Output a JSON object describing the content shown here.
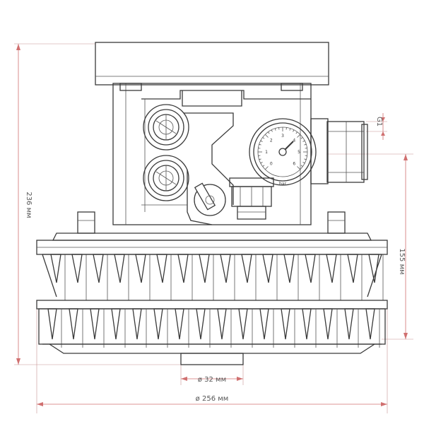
{
  "dimensions": {
    "height_total": "236 мм",
    "height_flange": "155 мм",
    "thread": "G1",
    "outlet_diameter": "ø 32 мм",
    "base_diameter": "ø 256 мм"
  },
  "gauge": {
    "unit": "bar",
    "scale": [
      "0",
      "1",
      "2",
      "3",
      "4",
      "5",
      "6"
    ]
  }
}
